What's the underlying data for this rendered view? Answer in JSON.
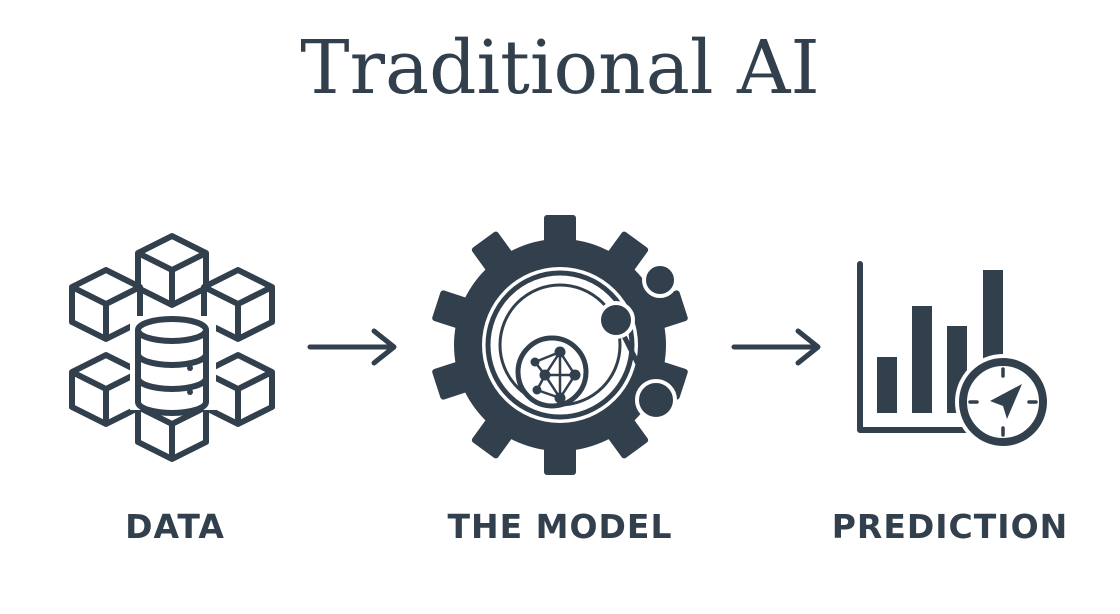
{
  "title": "Traditional AI",
  "steps": [
    {
      "label": "DATA",
      "icon": "data-cubes-database-icon"
    },
    {
      "label": "THE MODEL",
      "icon": "gear-neural-network-icon"
    },
    {
      "label": "PREDICTION",
      "icon": "bar-chart-compass-icon"
    }
  ],
  "colors": {
    "primary": "#323f4d",
    "background": "#ffffff"
  }
}
